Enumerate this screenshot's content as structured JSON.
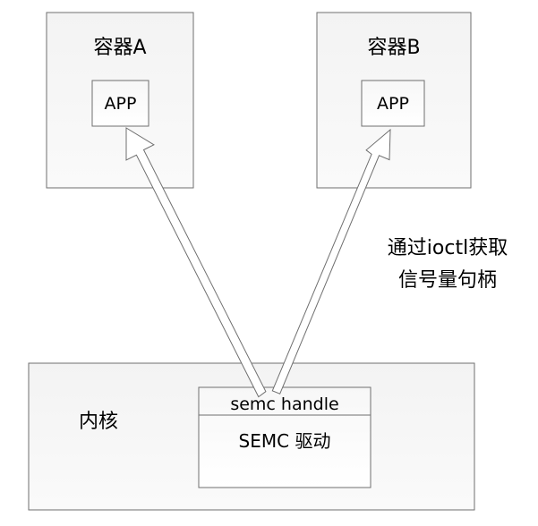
{
  "container_a": {
    "title": "容器A",
    "app_label": "APP"
  },
  "container_b": {
    "title": "容器B",
    "app_label": "APP"
  },
  "kernel": {
    "label": "内核",
    "semc_handle_label": "semc handle",
    "driver_label": "SEMC 驱动"
  },
  "annotation": {
    "line1": "通过ioctl获取",
    "line2": "信号量句柄"
  }
}
